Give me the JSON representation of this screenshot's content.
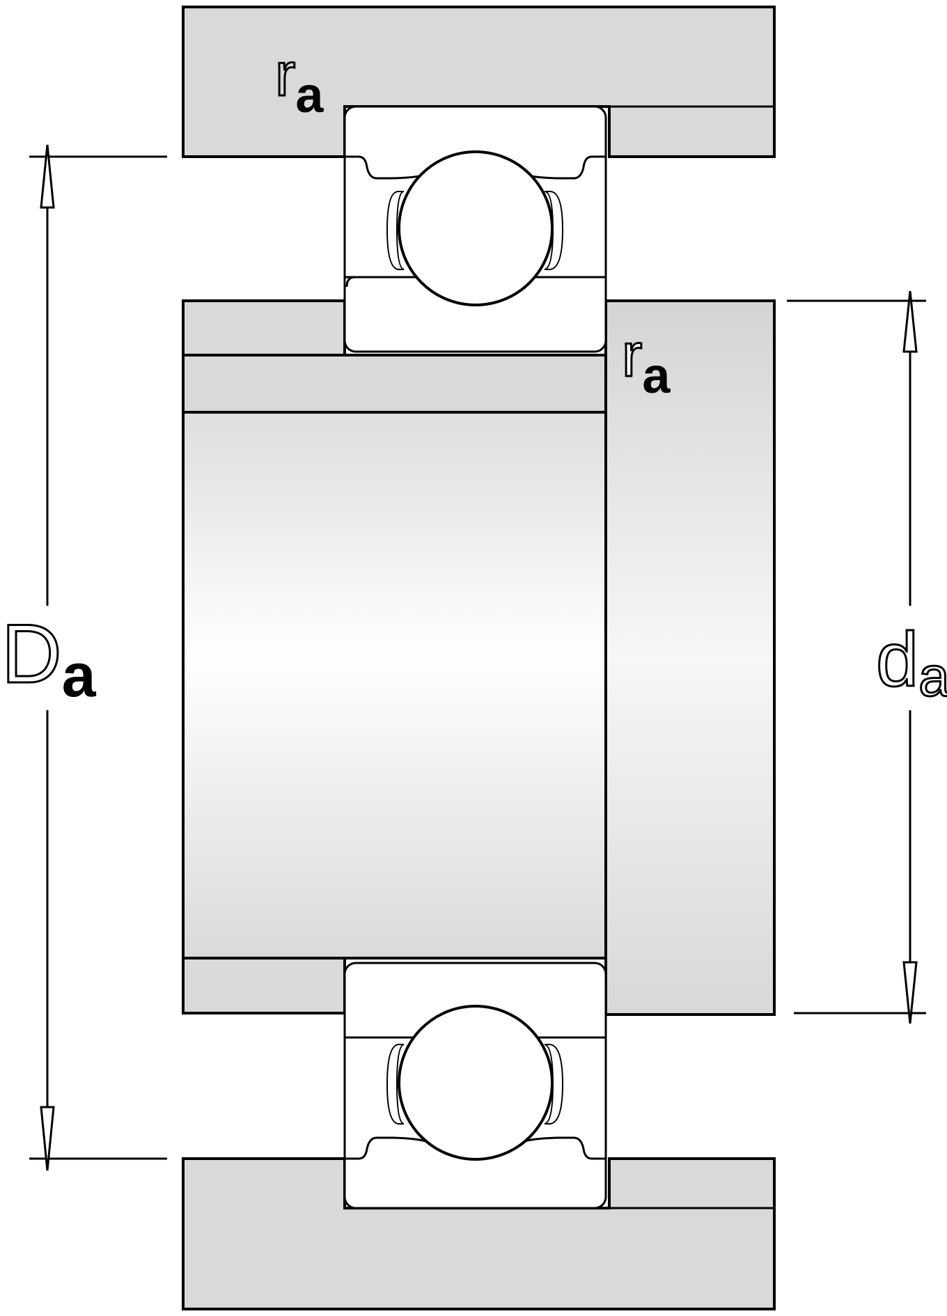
{
  "labels": {
    "ra_outer": {
      "main": "r",
      "sub": "a"
    },
    "ra_inner": {
      "main": "r",
      "sub": "a"
    },
    "Da": {
      "main": "D",
      "sub": "a"
    },
    "da": {
      "main": "d",
      "sub": "a"
    }
  },
  "colors": {
    "housing_fill": "#d9d9d9",
    "outline": "#000000",
    "bearing_fill": "#ffffff"
  }
}
